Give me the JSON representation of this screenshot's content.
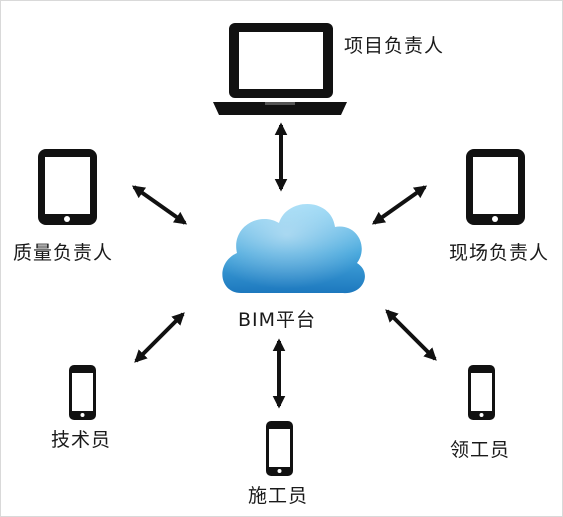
{
  "center": {
    "label": "BIM平台",
    "icon": "cloud-icon"
  },
  "nodes": [
    {
      "id": "project-manager",
      "label": "项目负责人",
      "device": "laptop-icon"
    },
    {
      "id": "quality-manager",
      "label": "质量负责人",
      "device": "tablet-icon"
    },
    {
      "id": "site-manager",
      "label": "现场负责人",
      "device": "tablet-icon"
    },
    {
      "id": "technician",
      "label": "技术员",
      "device": "smartphone-icon"
    },
    {
      "id": "construction-worker",
      "label": "施工员",
      "device": "smartphone-icon"
    },
    {
      "id": "foreman",
      "label": "领工员",
      "device": "smartphone-icon"
    }
  ],
  "colors": {
    "cloud_top": "#8fd3f4",
    "cloud_bottom": "#1f7fc4",
    "device": "#111111",
    "arrow": "#111111"
  }
}
